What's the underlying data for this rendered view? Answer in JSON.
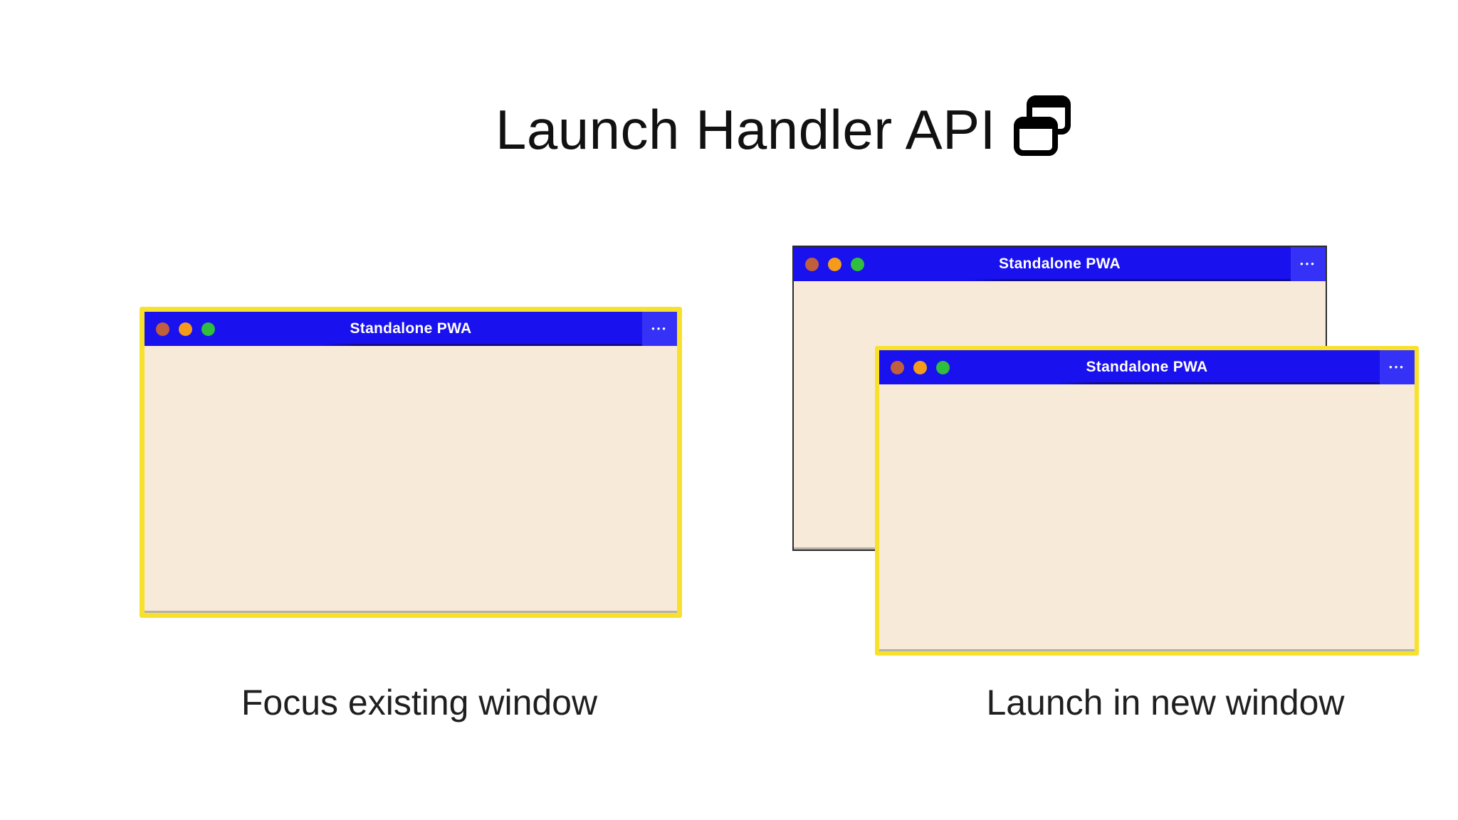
{
  "page": {
    "title": "Launch Handler API"
  },
  "icons": {
    "header_icon": "overlapping-windows-icon",
    "menu_icon": "ellipsis-icon",
    "traffic_lights": [
      "close-dot",
      "minimize-dot",
      "maximize-dot"
    ]
  },
  "colors": {
    "titlebar_blue": "#1911ee",
    "menu_panel_blue": "#3531f6",
    "window_body": "#f8ead8",
    "focus_ring_yellow": "#f8e12c",
    "back_window_border": "#2b2b2b",
    "bottom_edge_gray": "#b5b1a9",
    "dot_red": "#c05f3d",
    "dot_orange": "#f49b1b",
    "dot_green": "#2fbe3d",
    "title_text": "#ffffff",
    "heading_text": "#111111"
  },
  "scenario_left": {
    "caption": "Focus existing window",
    "window": {
      "title": "Standalone PWA",
      "menu": "•••"
    }
  },
  "scenario_right": {
    "caption": "Launch in new window",
    "back_window": {
      "title": "Standalone PWA",
      "menu": "•••"
    },
    "front_window": {
      "title": "Standalone PWA",
      "menu": "•••"
    }
  }
}
